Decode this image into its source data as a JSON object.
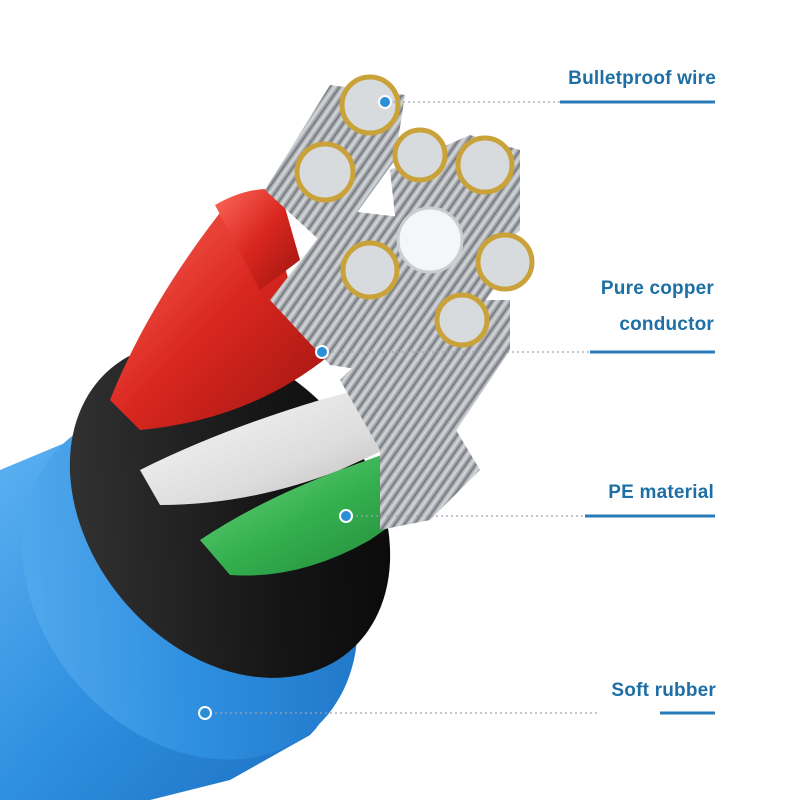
{
  "colors": {
    "label_text": "#1d6fa5",
    "leader_solid": "#2a7ab8",
    "leader_dotted": "#9aa5ad",
    "dot": "#2b8fd6",
    "jacket_blue": "#2f8fe0",
    "inner_black": "#151515",
    "wire_red": "#d9271f",
    "wire_white": "#e4e4e4",
    "wire_green": "#34b04f",
    "strand_silver": "#b8bcc0",
    "strand_gold": "#c9a23a"
  },
  "labels": {
    "bulletproof": "Bulletproof wire",
    "copper_line1": "Pure copper",
    "copper_line2": "conductor",
    "pe": "PE material",
    "soft": "Soft rubber"
  }
}
